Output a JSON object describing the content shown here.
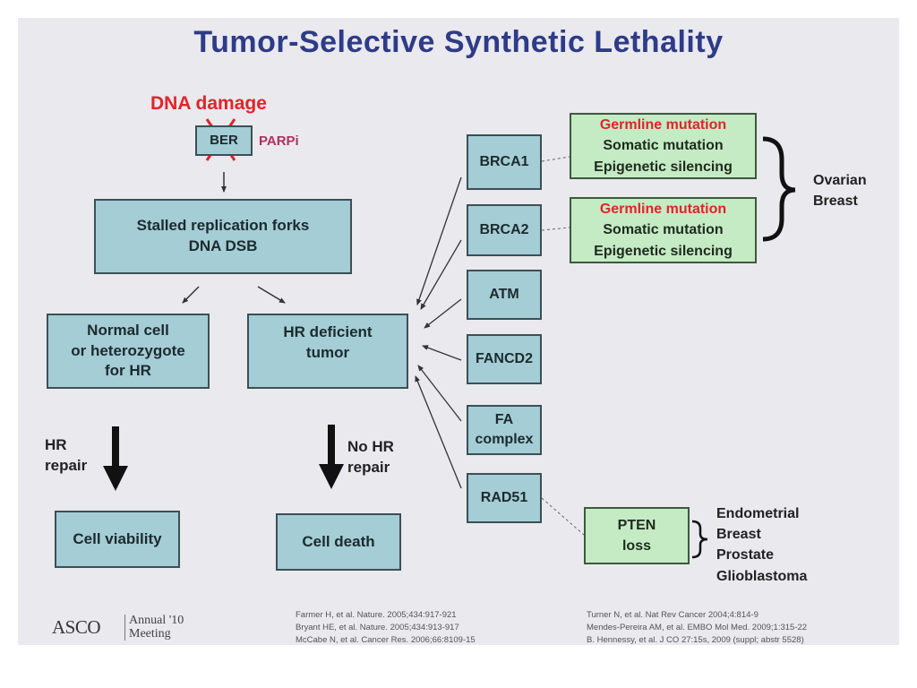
{
  "title": "Tumor-Selective Synthetic Lethality",
  "dna_damage": "DNA damage",
  "ber": "BER",
  "parpi": "PARPi",
  "stalled": [
    "Stalled replication forks",
    "DNA DSB"
  ],
  "normal_cell": [
    "Normal cell",
    "or heterozygote",
    "for HR"
  ],
  "hr_deficient": [
    "HR deficient",
    "tumor"
  ],
  "hr_repair": [
    "HR",
    "repair"
  ],
  "no_hr_repair": [
    "No HR",
    "repair"
  ],
  "cell_viability": "Cell viability",
  "cell_death": "Cell death",
  "genes": [
    "BRCA1",
    "BRCA2",
    "ATM",
    "FANCD2",
    "FA complex",
    "RAD51"
  ],
  "mutation_box_1": [
    "Germline mutation",
    "Somatic mutation",
    "Epigenetic silencing"
  ],
  "mutation_box_2": [
    "Germline mutation",
    "Somatic mutation",
    "Epigenetic silencing"
  ],
  "cancers_brca": [
    "Ovarian",
    "Breast"
  ],
  "pten": [
    "PTEN",
    "loss"
  ],
  "cancers_pten": [
    "Endometrial",
    "Breast",
    "Prostate",
    "Glioblastoma"
  ],
  "refs_left": [
    "Farmer H, et al. Nature. 2005;434:917-921",
    "Bryant HE, et al. Nature. 2005;434:913-917",
    "McCabe N, et al. Cancer Res. 2006;66:8109-15"
  ],
  "refs_right": [
    "Turner N, et al. Nat Rev Cancer 2004;4:814-9",
    "Mendes-Pereira AM, et al. EMBO Mol Med. 2009;1:315-22",
    "B. Hennessy, et al. J CO 27:15s, 2009 (suppl; abstr 5528)"
  ],
  "logo_text": "ASCO",
  "meeting_text": [
    "Annual '10",
    "Meeting"
  ],
  "colors": {
    "title": "#2e3b88",
    "box_fill": "#a4cdd6",
    "green_fill": "#c5ebc4",
    "red": "#e0242a",
    "parpi": "#b03060",
    "background": "#e9e9ee"
  }
}
